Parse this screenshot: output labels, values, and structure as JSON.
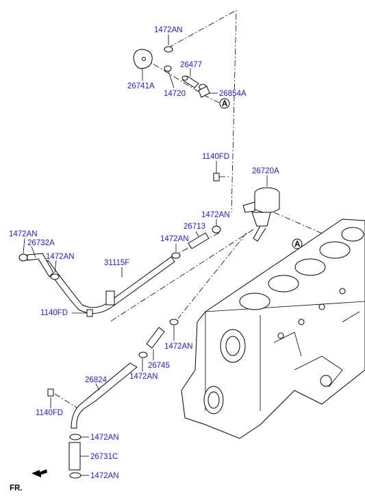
{
  "labels": {
    "l_1472an_top": "1472AN",
    "l_26741a": "26741A",
    "l_26477": "26477",
    "l_14720": "14720",
    "l_26854a": "26854A",
    "l_ref_a_top": "A",
    "l_1140fd_top": "1140FD",
    "l_26720a": "26720A",
    "l_1472an_mid": "1472AN",
    "l_26713": "26713",
    "l_1472an_left": "1472AN",
    "l_26732a": "26732A",
    "l_1472an_left2": "1472AN",
    "l_31115f": "31115F",
    "l_1472an_hose": "1472AN",
    "l_ref_a_block": "A",
    "l_1140fd_mid": "1140FD",
    "l_1472an_lower": "1472AN",
    "l_26745": "26745",
    "l_1472an_lower2": "1472AN",
    "l_26824": "26824",
    "l_1140fd_bot": "1140FD",
    "l_1472an_b1": "1472AN",
    "l_26731c": "26731C",
    "l_1472an_b2": "1472AN",
    "fr": "FR."
  }
}
